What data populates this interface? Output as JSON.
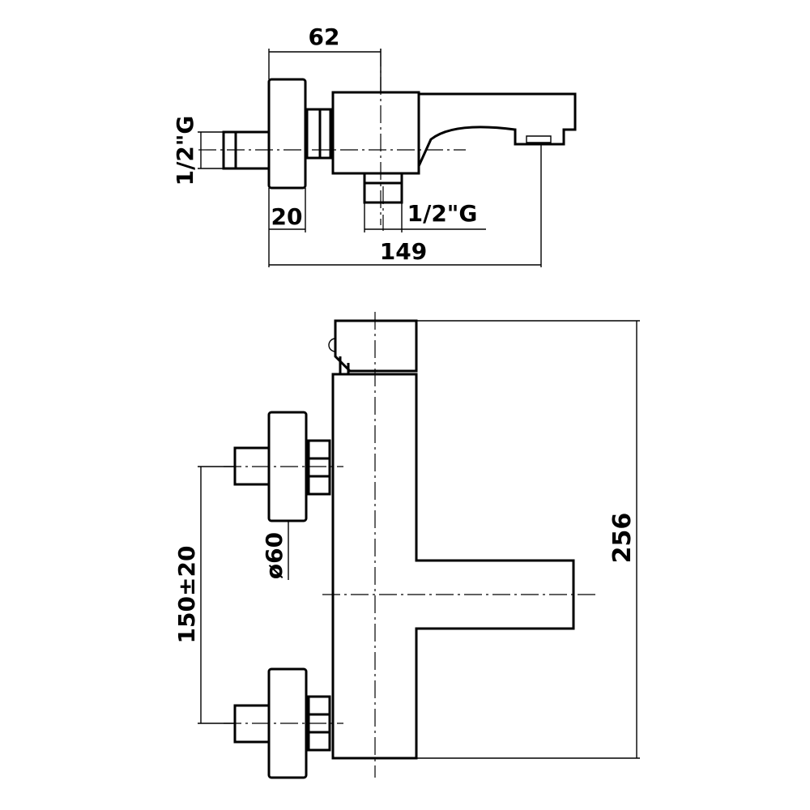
{
  "top_view": {
    "dim_width_top": "62",
    "dim_thread_left": "1/2\"G",
    "dim_flange": "20",
    "dim_thread_bottom": "1/2\"G",
    "dim_total_length": "149"
  },
  "front_view": {
    "dim_height": "256",
    "dim_flange_diameter": "ø60",
    "dim_inlet_spacing": "150±20"
  }
}
